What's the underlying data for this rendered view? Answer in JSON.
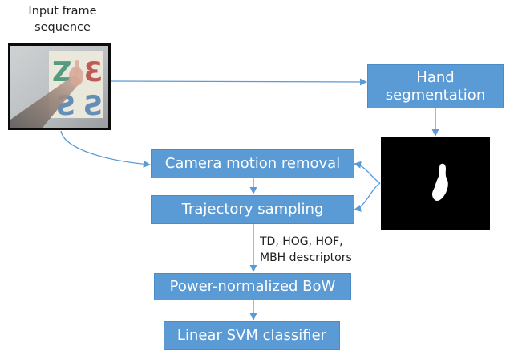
{
  "input": {
    "caption_line1": "Input frame",
    "caption_line2": "sequence",
    "sign_letters": [
      "Z",
      "3",
      "S",
      "S"
    ]
  },
  "boxes": {
    "hand_segmentation_line1": "Hand",
    "hand_segmentation_line2": "segmentation",
    "camera_motion_removal": "Camera motion removal",
    "trajectory_sampling": "Trajectory sampling",
    "power_normalized_bow": "Power-normalized BoW",
    "linear_svm_classifier": "Linear SVM classifier"
  },
  "descriptors": {
    "line1": "TD, HOG, HOF,",
    "line2": "MBH descriptors"
  },
  "colors": {
    "box_fill": "#5b9bd5",
    "arrow": "#5b9bd5",
    "box_text": "#ffffff"
  }
}
